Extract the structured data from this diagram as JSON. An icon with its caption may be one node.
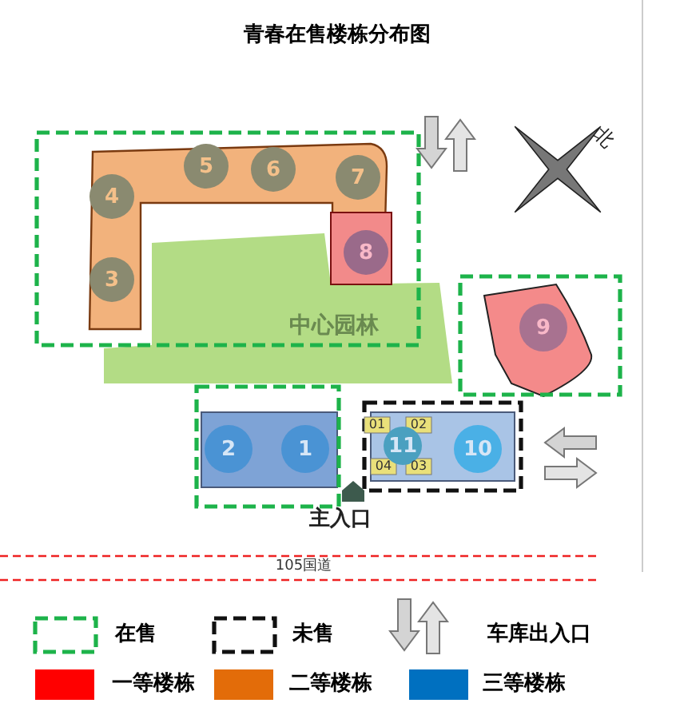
{
  "diagram": {
    "title": "青春在售楼栋分布图",
    "nodes": [
      {
        "text": [
          "5"
        ]
      },
      {
        "text": [
          "6"
        ]
      },
      {
        "text": [
          "7"
        ]
      },
      {
        "text": [
          "4"
        ]
      },
      {
        "text": [
          "8"
        ]
      },
      {
        "text": [
          "3"
        ]
      },
      {
        "text": [
          "9"
        ]
      },
      {
        "text": [
          "2"
        ]
      },
      {
        "text": [
          "1"
        ]
      },
      {
        "text": [
          "11"
        ]
      },
      {
        "text": [
          "10"
        ]
      }
    ],
    "edges": [],
    "labels": [
      "北",
      "中心园林",
      "01",
      "02",
      "04",
      "03",
      "主入口",
      "105国道"
    ],
    "legend": [
      {
        "text": "在售"
      },
      {
        "text": "未售"
      },
      {
        "text": "车库出入口"
      },
      {
        "text": "一等楼栋",
        "color": "#ff0000"
      },
      {
        "text": "二等楼栋",
        "color": "#e36c09"
      },
      {
        "text": "三等楼栋",
        "color": "#0070c0"
      }
    ]
  }
}
